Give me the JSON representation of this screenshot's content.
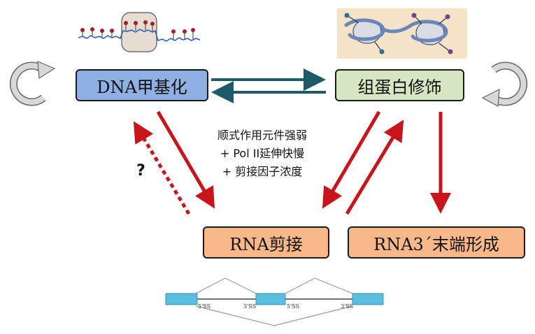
{
  "nodes": {
    "dna_methylation": "DNA甲基化",
    "histone_modification": "组蛋白修饰",
    "rna_splicing": "RNA剪接",
    "rna_3end": "RNA3´末端形成"
  },
  "middle_text": {
    "line1": "顺式作用元件强弱",
    "line2": "+ Pol II延伸快慢",
    "line3": "+ 剪接因子浓度"
  },
  "question_mark": "?",
  "splice_sites": [
    "5'SS",
    "3'SS",
    "5'SS",
    "3'SS"
  ],
  "colors": {
    "dna_box": "#8eb0e2",
    "histone_box": "#d6e6c3",
    "rna_box": "#f8b889",
    "teal_arrow": "#1f5a68",
    "red_arrow": "#c8151b",
    "exon": "#5bbde0",
    "self_loop": "#8a8a8a"
  },
  "icons": [
    "dna-methylation-illustration",
    "nucleosome-illustration",
    "self-loop-arrow-icon"
  ]
}
